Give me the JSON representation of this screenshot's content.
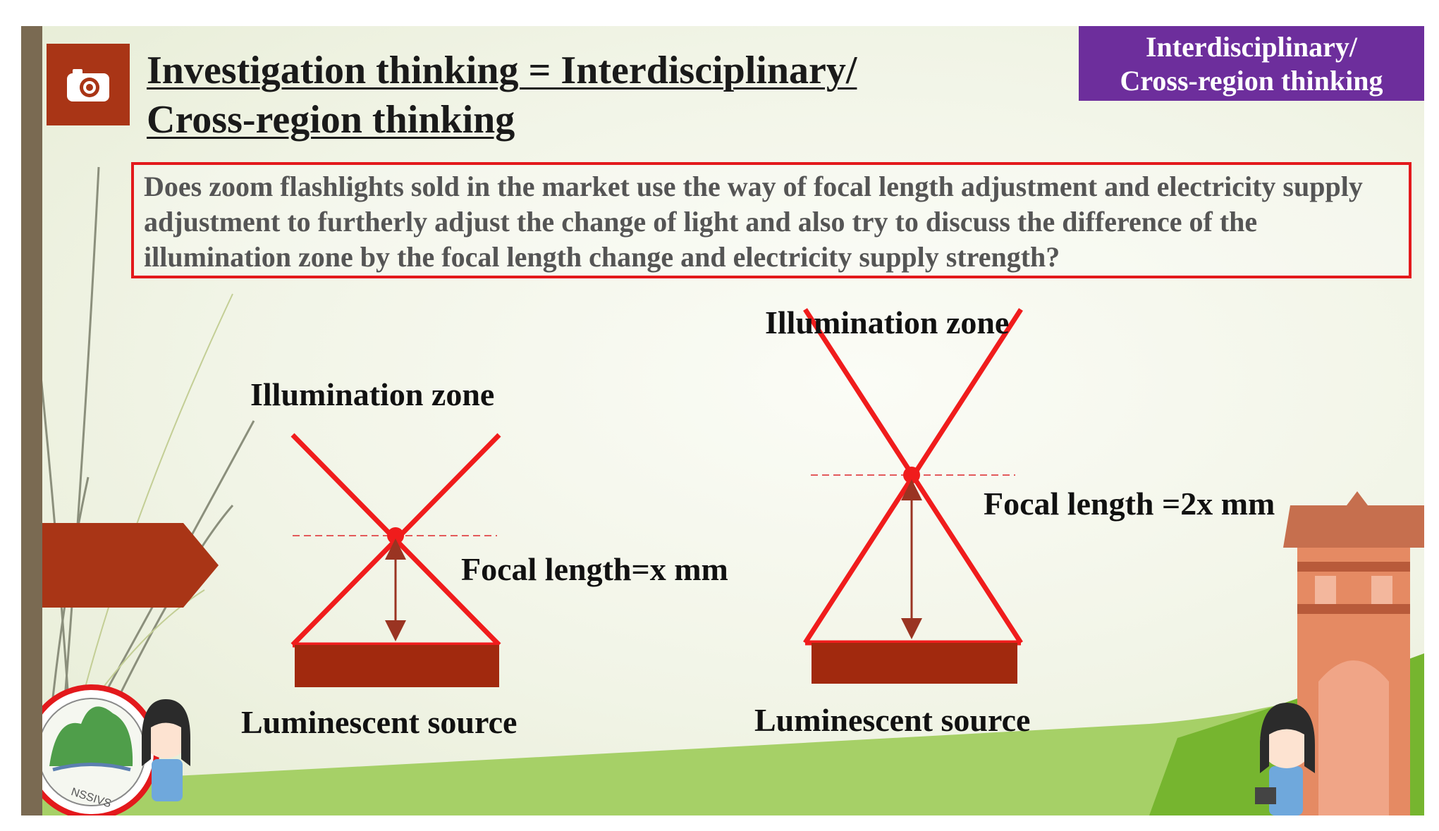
{
  "header": {
    "title_line1": "Investigation thinking = Interdisciplinary/",
    "title_line2": "Cross-region thinking",
    "badge_line1": "Interdisciplinary/",
    "badge_line2": "Cross-region thinking"
  },
  "question": "Does zoom flashlights sold in the market use the way of focal length adjustment and electricity supply adjustment to furtherly adjust the change of light and also try to discuss the difference of the illumination zone by the focal length change and electricity supply strength?",
  "diagram_left": {
    "zone_label": "Illumination zone",
    "focal_label": "Focal length=x mm",
    "source_label": "Luminescent source"
  },
  "diagram_right": {
    "zone_label": "Illumination zone",
    "focal_label": "Focal length =2x mm",
    "source_label": "Luminescent source"
  },
  "logo": {
    "text": "NSSIVS"
  },
  "colors": {
    "beam": "#f01c1c",
    "source": "#a1290e",
    "arrow": "#9a3422",
    "title_box": "#a93516",
    "badge": "#6d2e9c",
    "question_border": "#e3191c"
  },
  "icons": {
    "title_icon": "camera-icon"
  }
}
